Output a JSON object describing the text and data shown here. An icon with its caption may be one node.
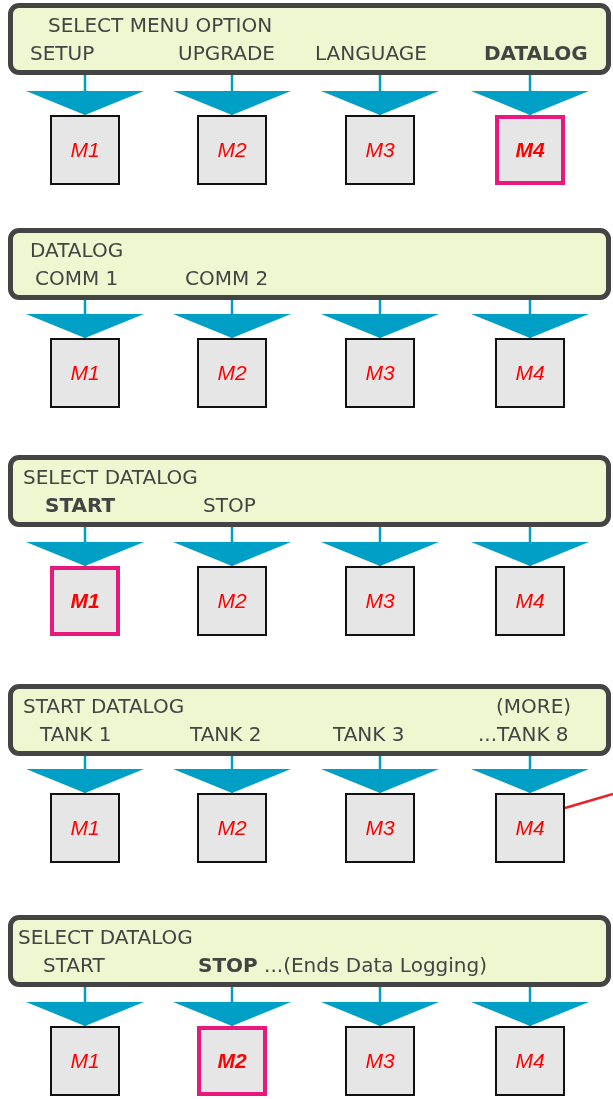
{
  "diagram": {
    "nodes": [
      {
        "text": [
          "SELECT MENU OPTION",
          "SETUP",
          "UPGRADE",
          "LANGUAGE",
          "DATALOG"
        ]
      },
      {
        "text": [
          "M1"
        ]
      },
      {
        "text": [
          "M2"
        ]
      },
      {
        "text": [
          "M3"
        ]
      },
      {
        "text": [
          "M4"
        ]
      },
      {
        "text": [
          "DATALOG",
          "COMM 1",
          "COMM 2"
        ]
      },
      {
        "text": [
          "M1"
        ]
      },
      {
        "text": [
          "M2"
        ]
      },
      {
        "text": [
          "M3"
        ]
      },
      {
        "text": [
          "M4"
        ]
      },
      {
        "text": [
          "SELECT DATALOG",
          "START",
          "STOP"
        ]
      },
      {
        "text": [
          "M1"
        ]
      },
      {
        "text": [
          "M2"
        ]
      },
      {
        "text": [
          "M3"
        ]
      },
      {
        "text": [
          "M4"
        ]
      },
      {
        "text": [
          "START DATALOG",
          "(MORE)",
          "TANK 1",
          "TANK 2",
          "TANK 3",
          "...TANK 8"
        ]
      },
      {
        "text": [
          "M1"
        ]
      },
      {
        "text": [
          "M2"
        ]
      },
      {
        "text": [
          "M3"
        ]
      },
      {
        "text": [
          "M4"
        ]
      },
      {
        "text": [
          "SELECT DATALOG",
          "START",
          "**STOP** ...(Ends Data Logging)"
        ]
      },
      {
        "text": [
          "M1"
        ]
      },
      {
        "text": [
          "M2"
        ]
      },
      {
        "text": [
          "M3"
        ]
      },
      {
        "text": [
          "M4"
        ]
      }
    ],
    "edges": [
      {
        "from": 0,
        "to": 1,
        "arrow": "to"
      },
      {
        "from": 0,
        "to": 2,
        "arrow": "to"
      },
      {
        "from": 0,
        "to": 3,
        "arrow": "to"
      },
      {
        "from": 0,
        "to": 4,
        "arrow": "to"
      },
      {
        "from": 5,
        "to": 6,
        "arrow": "to"
      },
      {
        "from": 5,
        "to": 7,
        "arrow": "to"
      },
      {
        "from": 5,
        "to": 8,
        "arrow": "to"
      },
      {
        "from": 5,
        "to": 9,
        "arrow": "to"
      },
      {
        "from": 10,
        "to": 11,
        "arrow": "to"
      },
      {
        "from": 10,
        "to": 12,
        "arrow": "to"
      },
      {
        "from": 10,
        "to": 13,
        "arrow": "to"
      },
      {
        "from": 10,
        "to": 14,
        "arrow": "to"
      },
      {
        "from": 15,
        "to": 16,
        "arrow": "to"
      },
      {
        "from": 15,
        "to": 17,
        "arrow": "to"
      },
      {
        "from": 15,
        "to": 18,
        "arrow": "to"
      },
      {
        "from": 15,
        "to": 19,
        "arrow": "to"
      },
      {
        "from": 20,
        "to": 21,
        "arrow": "to"
      },
      {
        "from": 20,
        "to": 22,
        "arrow": "to"
      },
      {
        "from": 20,
        "to": 23,
        "arrow": "to"
      },
      {
        "from": 20,
        "to": 24,
        "arrow": "to"
      },
      {
        "from": 19,
        "to": null,
        "arrow": "none",
        "color": "#e8202a"
      }
    ]
  }
}
